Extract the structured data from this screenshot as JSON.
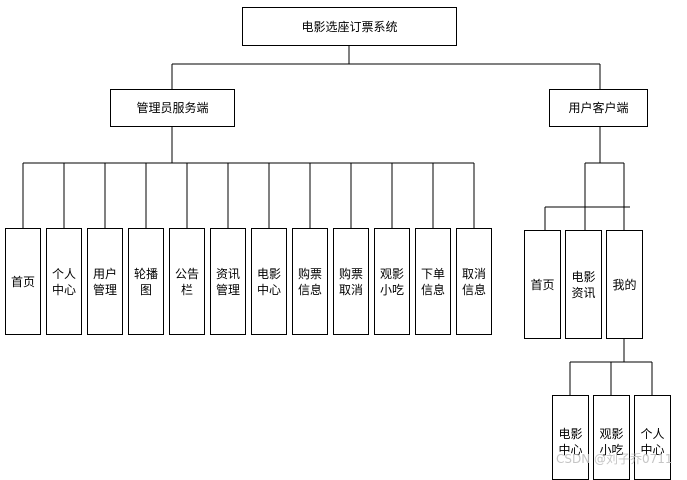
{
  "diagram": {
    "root": "电影选座订票系统",
    "branches": [
      {
        "label": "管理员服务端",
        "children": [
          "首页",
          "个人中心",
          "用户管理",
          "轮播图",
          "公告栏",
          "资讯管理",
          "电影中心",
          "购票信息",
          "购票取消",
          "观影小吃",
          "下单信息",
          "取消信息"
        ]
      },
      {
        "label": "用户客户端",
        "children": [
          "首页",
          "电影资讯",
          "我的"
        ],
        "sub": {
          "parent": "我的",
          "children": [
            "电影中心",
            "观影小吃",
            "个人中心"
          ]
        }
      }
    ]
  },
  "watermark": "CSDN @刘子乔0711"
}
